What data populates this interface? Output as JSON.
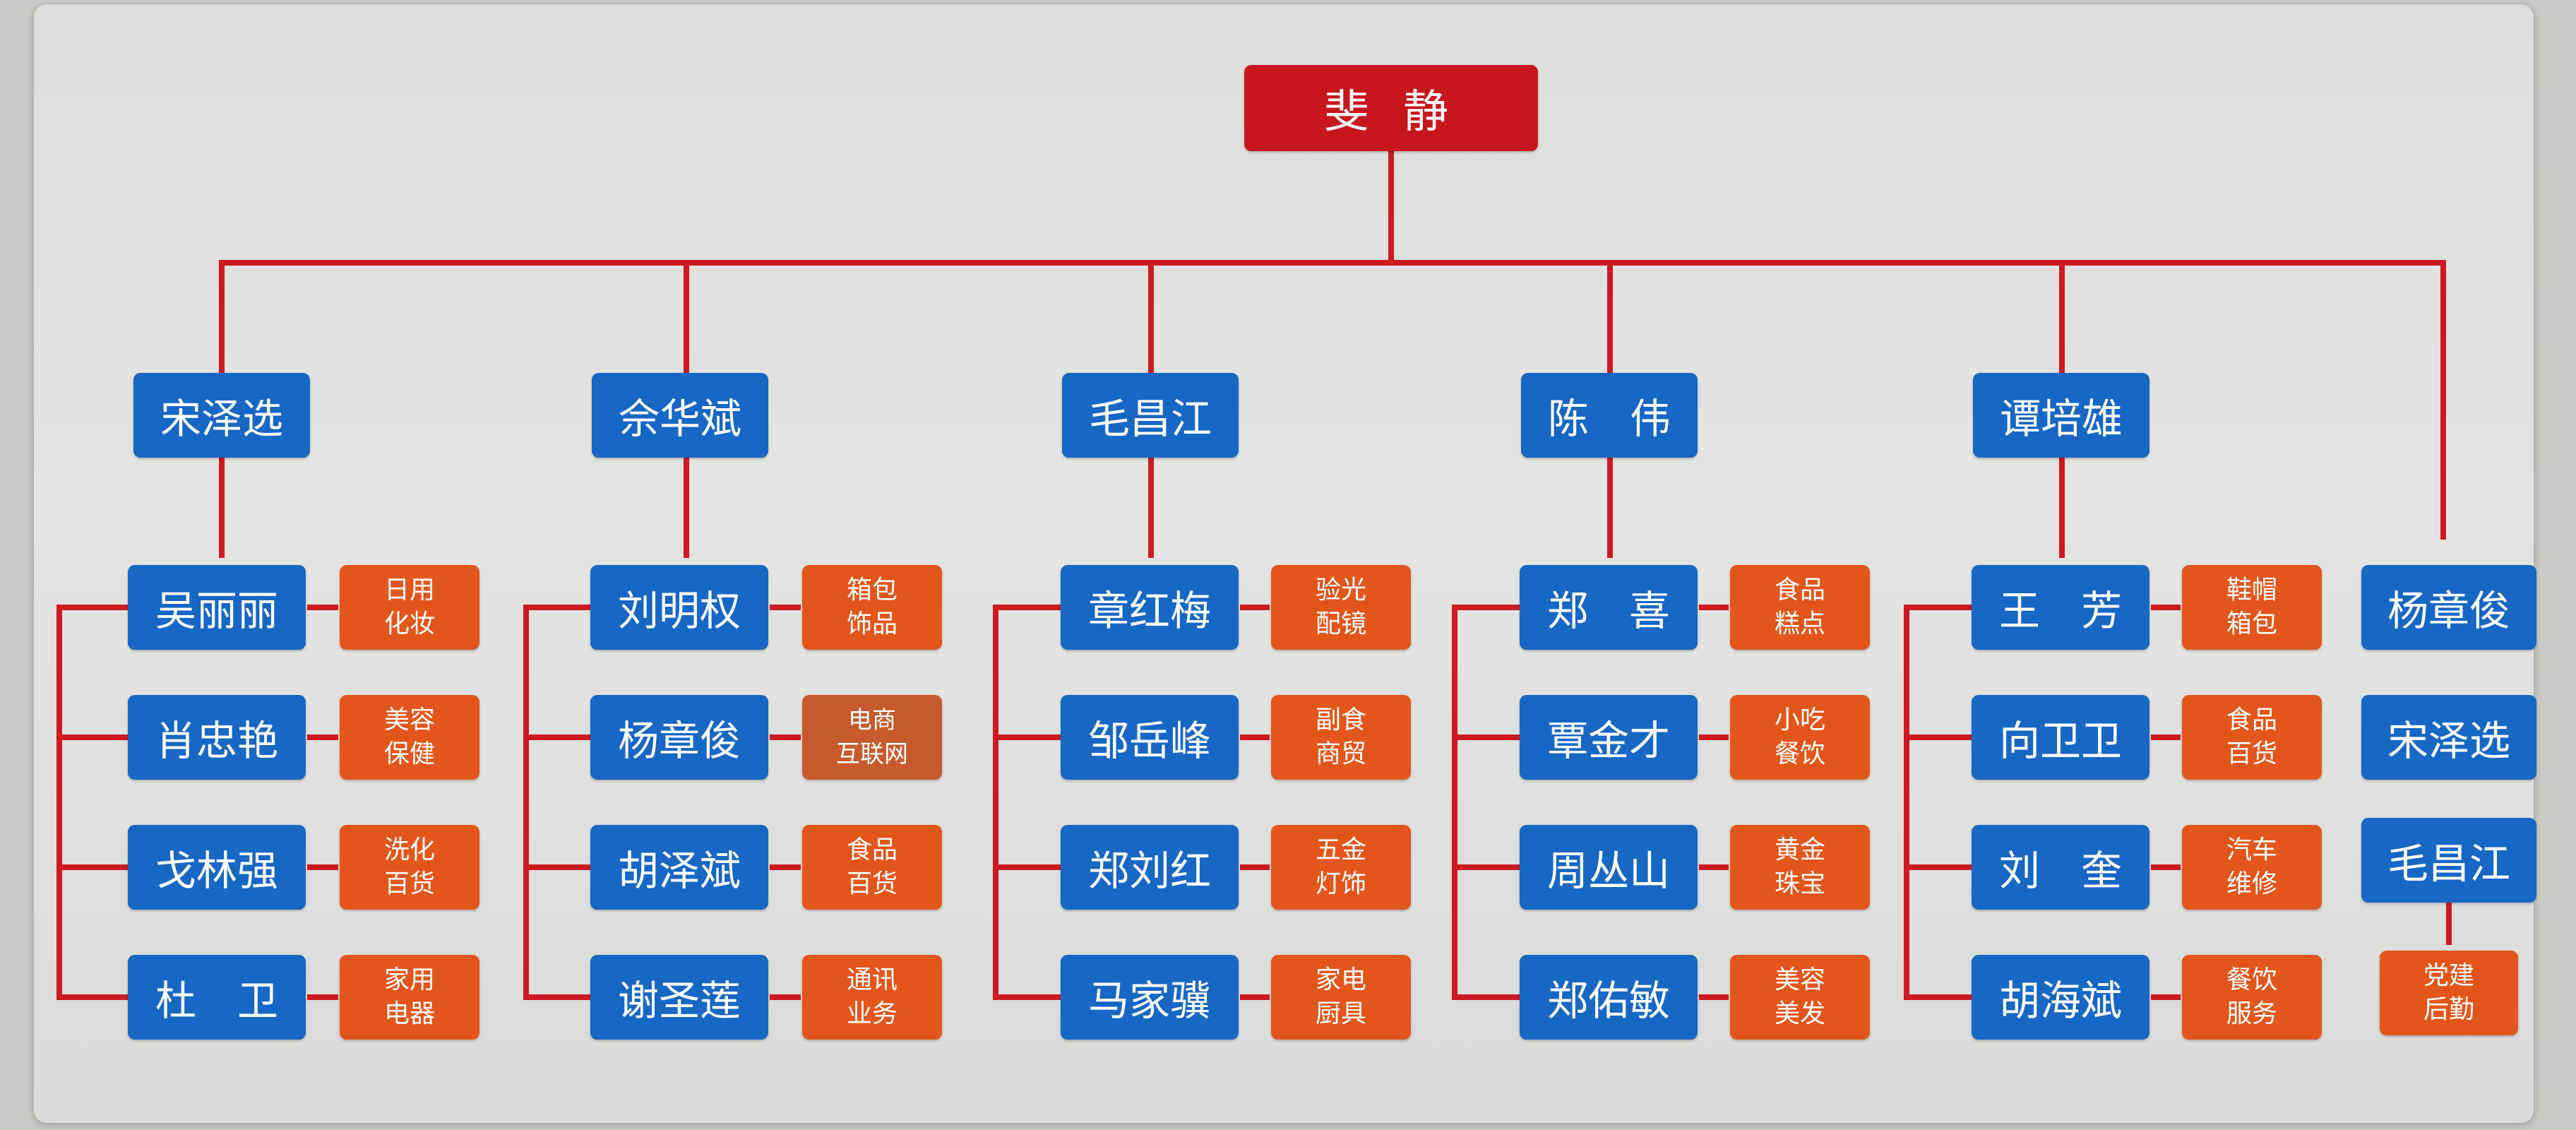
{
  "colors": {
    "root": "#c8161d",
    "person": "#1767c4",
    "dept": "#e3561b",
    "line": "#cc1a20"
  },
  "root": "斐 静",
  "columns": [
    {
      "head": "宋泽选",
      "rows": [
        {
          "name": "吴丽丽",
          "dept": "日用\n化妆"
        },
        {
          "name": "肖忠艳",
          "dept": "美容\n保健"
        },
        {
          "name": "戈林强",
          "dept": "洗化\n百货"
        },
        {
          "name": "杜　卫",
          "dept": "家用\n电器"
        }
      ]
    },
    {
      "head": "佘华斌",
      "rows": [
        {
          "name": "刘明权",
          "dept": "箱包\n饰品"
        },
        {
          "name": "杨章俊",
          "dept": "电商\n互联网"
        },
        {
          "name": "胡泽斌",
          "dept": "食品\n百货"
        },
        {
          "name": "谢圣莲",
          "dept": "通讯\n业务"
        }
      ]
    },
    {
      "head": "毛昌江",
      "rows": [
        {
          "name": "章红梅",
          "dept": "验光\n配镜"
        },
        {
          "name": "邹岳峰",
          "dept": "副食\n商贸"
        },
        {
          "name": "郑刘红",
          "dept": "五金\n灯饰"
        },
        {
          "name": "马家骥",
          "dept": "家电\n厨具"
        }
      ]
    },
    {
      "head": "陈　伟",
      "rows": [
        {
          "name": "郑　喜",
          "dept": "食品\n糕点"
        },
        {
          "name": "覃金才",
          "dept": "小吃\n餐饮"
        },
        {
          "name": "周丛山",
          "dept": "黄金\n珠宝"
        },
        {
          "name": "郑佑敏",
          "dept": "美容\n美发"
        }
      ]
    },
    {
      "head": "谭培雄",
      "rows": [
        {
          "name": "王　芳",
          "dept": "鞋帽\n箱包"
        },
        {
          "name": "向卫卫",
          "dept": "食品\n百货"
        },
        {
          "name": "刘　奎",
          "dept": "汽车\n维修"
        },
        {
          "name": "胡海斌",
          "dept": "餐饮\n服务"
        }
      ]
    }
  ],
  "right_column": {
    "members": [
      "杨章俊",
      "宋泽选",
      "毛昌江"
    ],
    "dept": "党建\n后勤"
  }
}
